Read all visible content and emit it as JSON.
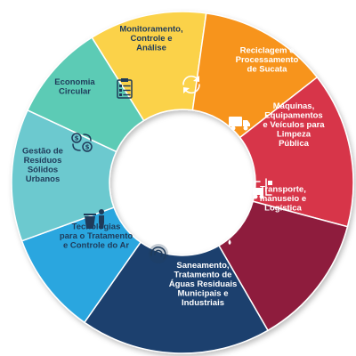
{
  "segments": [
    {
      "id": "monitoramento",
      "lines": [
        "Monitoramento,",
        "Controle e",
        "Análise"
      ],
      "color": "#FBD24A",
      "text_color": "#1f3b5a",
      "icon": "clipboard-icon"
    },
    {
      "id": "reciclagem",
      "lines": [
        "Reciclagem e",
        "Processamento",
        "de Sucata"
      ],
      "color": "#F7941D",
      "text_color": "#ffffff",
      "icon": "recycle-arrows-icon"
    },
    {
      "id": "maquinas",
      "lines": [
        "Máquinas,",
        "Equipamentos",
        "e Veículos para",
        "Limpeza",
        "Pública"
      ],
      "color": "#D7344A",
      "text_color": "#ffffff",
      "icon": "garbage-truck-icon"
    },
    {
      "id": "transporte",
      "lines": [
        "Transporte,",
        "manuseio e",
        "Logística"
      ],
      "color": "#8E1B3C",
      "text_color": "#ffffff",
      "icon": "forklift-icon"
    },
    {
      "id": "saneamento",
      "lines": [
        "Saneamento,",
        "Tratamento de",
        "Águas Residuais",
        "Municipais e",
        "Industriais"
      ],
      "color": "#1B3F6E",
      "text_color": "#ffffff",
      "icon": "faucet-icon"
    },
    {
      "id": "tecnologias",
      "lines": [
        "Tecnologias",
        "para o Tratamento",
        "e Controle do Ar"
      ],
      "color": "#2CA6DF",
      "text_color": "#1f3b5a",
      "icon": "air-swirl-icon"
    },
    {
      "id": "gestao",
      "lines": [
        "Gestão de",
        "Resíduos",
        "Sólidos",
        "Urbanos"
      ],
      "color": "#6CC9CF",
      "text_color": "#1f3b5a",
      "icon": "waste-bin-person-icon"
    },
    {
      "id": "economia",
      "lines": [
        "Economia",
        "Circular"
      ],
      "color": "#5CCBB5",
      "text_color": "#1f3b5a",
      "icon": "money-exchange-icon"
    }
  ]
}
